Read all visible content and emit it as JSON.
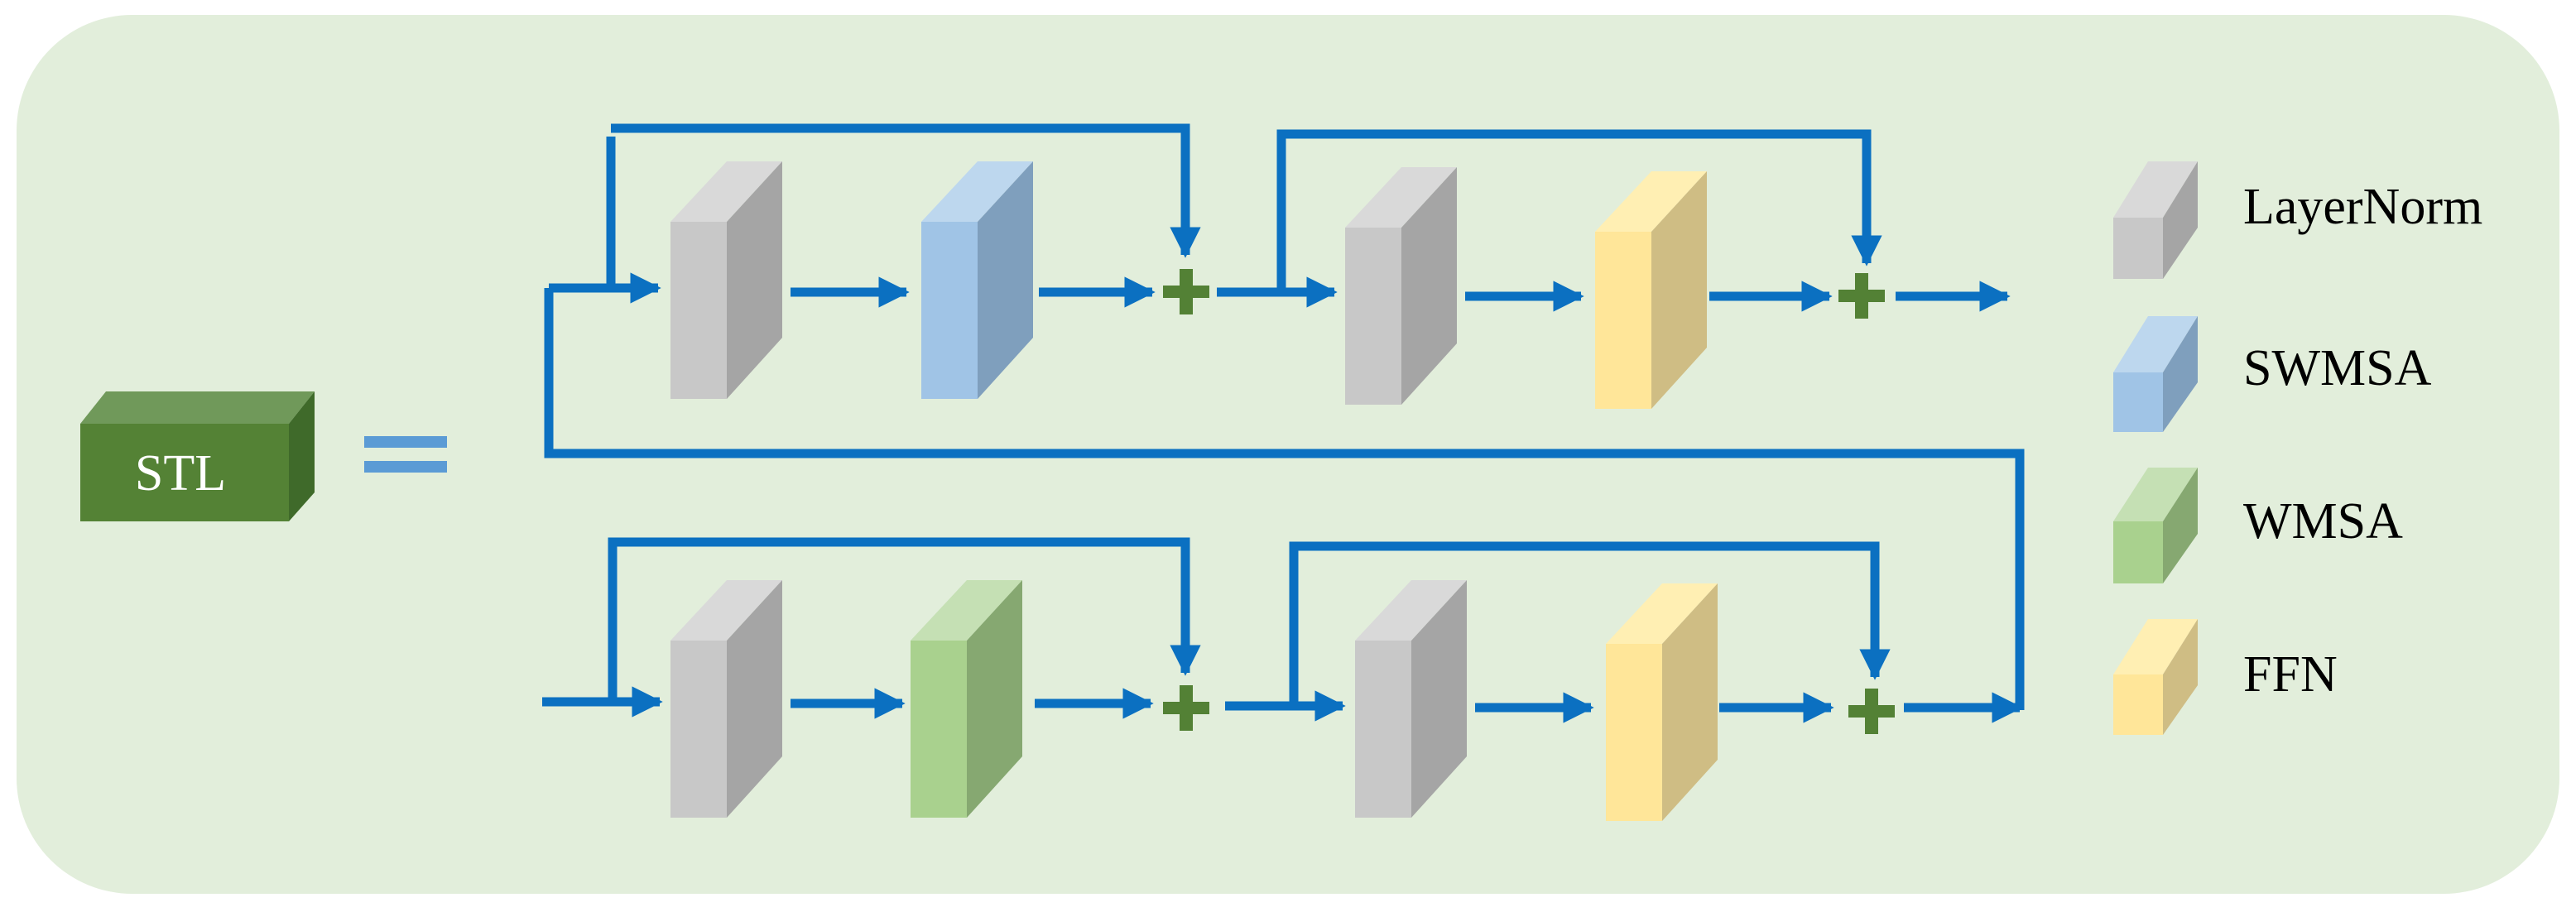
{
  "stl_block": {
    "label": "STL"
  },
  "legend": [
    {
      "id": "layernorm",
      "label": "LayerNorm",
      "color": "#c8c8c8"
    },
    {
      "id": "swmsa",
      "label": "SWMSA",
      "color": "#a0c4e6"
    },
    {
      "id": "wmsa",
      "label": "WMSA",
      "color": "#a9d18e"
    },
    {
      "id": "ffn",
      "label": "FFN",
      "color": "#ffe699"
    }
  ],
  "colors": {
    "background": "#e2eedb",
    "arrow": "#0b70c1",
    "plus": "#538135",
    "stl_block": "#548235",
    "equals": "#5b9bd5"
  }
}
